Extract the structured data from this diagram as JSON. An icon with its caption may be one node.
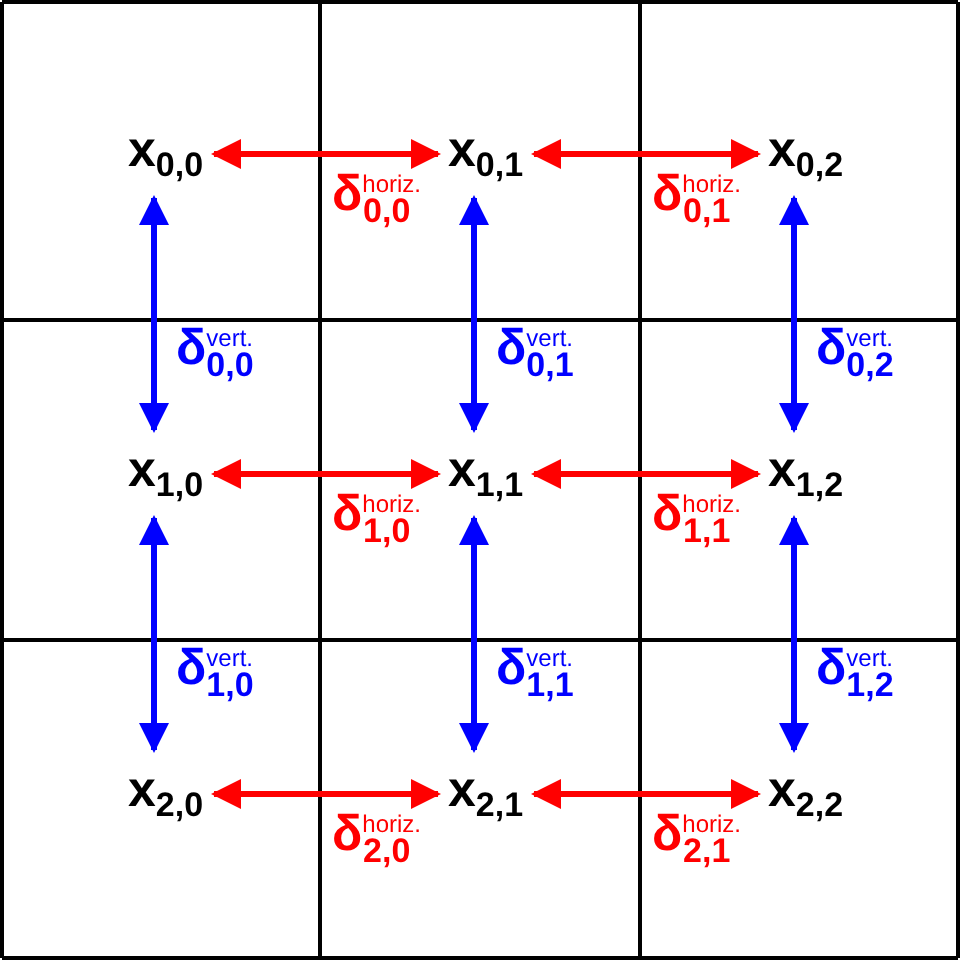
{
  "diagram": {
    "nodes": [
      {
        "text": [
          "x$_{0,0}$"
        ]
      },
      {
        "text": [
          "x$_{0,1}$"
        ]
      },
      {
        "text": [
          "x$_{0,2}$"
        ]
      },
      {
        "text": [
          "x$_{1,0}$"
        ]
      },
      {
        "text": [
          "x$_{1,1}$"
        ]
      },
      {
        "text": [
          "x$_{1,2}$"
        ]
      },
      {
        "text": [
          "x$_{2,0}$"
        ]
      },
      {
        "text": [
          "x$_{2,1}$"
        ]
      },
      {
        "text": [
          "x$_{2,2}$"
        ]
      }
    ],
    "edges": [
      {
        "from": 0,
        "to": 1,
        "arrow": "both",
        "label": "δ$^{horiz.}$$_{0,0}$",
        "color": "#ff0000"
      },
      {
        "from": 1,
        "to": 2,
        "arrow": "both",
        "label": "δ$^{horiz.}$$_{0,1}$",
        "color": "#ff0000"
      },
      {
        "from": 0,
        "to": 3,
        "arrow": "both",
        "label": "δ$^{vert.}$$_{0,0}$",
        "color": "#0000ff"
      },
      {
        "from": 1,
        "to": 4,
        "arrow": "both",
        "label": "δ$^{vert.}$$_{0,1}$",
        "color": "#0000ff"
      },
      {
        "from": 2,
        "to": 5,
        "arrow": "both",
        "label": "δ$^{vert.}$$_{0,2}$",
        "color": "#0000ff"
      },
      {
        "from": 3,
        "to": 4,
        "arrow": "both",
        "label": "δ$^{horiz.}$$_{1,0}$",
        "color": "#ff0000"
      },
      {
        "from": 4,
        "to": 5,
        "arrow": "both",
        "label": "δ$^{horiz.}$$_{1,1}$",
        "color": "#ff0000"
      },
      {
        "from": 3,
        "to": 6,
        "arrow": "both",
        "label": "δ$^{vert.}$$_{1,0}$",
        "color": "#0000ff"
      },
      {
        "from": 4,
        "to": 7,
        "arrow": "both",
        "label": "δ$^{vert.}$$_{1,1}$",
        "color": "#0000ff"
      },
      {
        "from": 5,
        "to": 8,
        "arrow": "both",
        "label": "δ$^{vert.}$$_{1,2}$",
        "color": "#0000ff"
      },
      {
        "from": 6,
        "to": 7,
        "arrow": "both",
        "label": "δ$^{horiz.}$$_{2,0}$",
        "color": "#ff0000"
      },
      {
        "from": 7,
        "to": 8,
        "arrow": "both",
        "label": "δ$^{horiz.}$$_{2,1}$",
        "color": "#ff0000"
      }
    ]
  }
}
